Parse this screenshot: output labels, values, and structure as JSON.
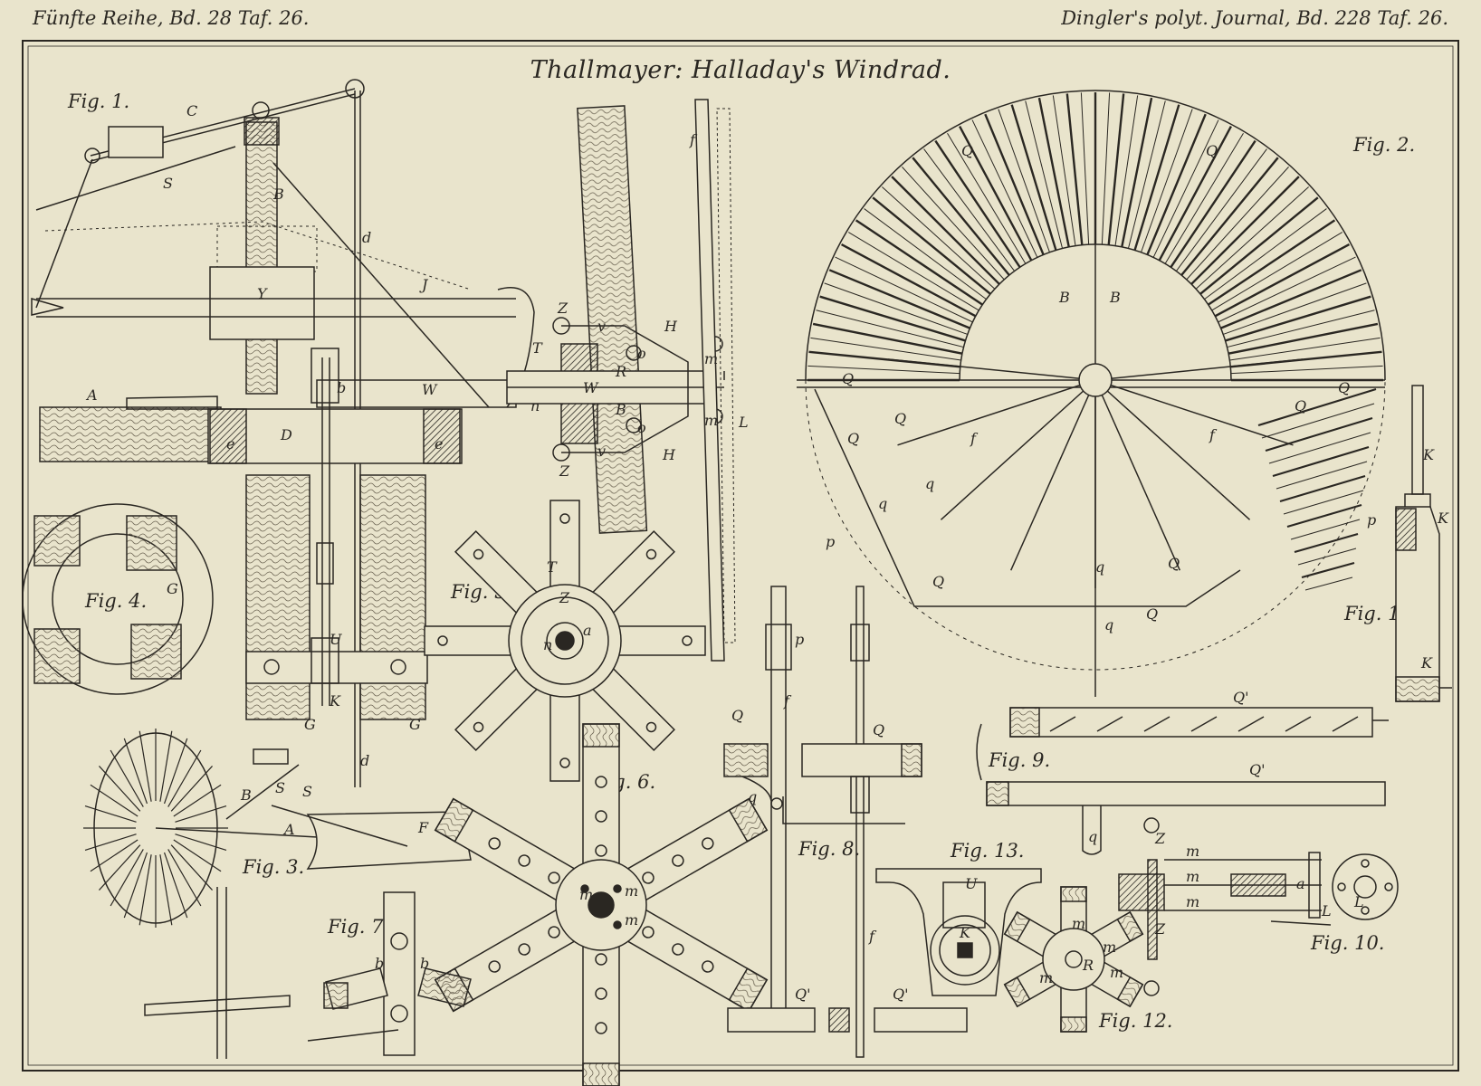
{
  "header": {
    "left": "Fünfte Reihe, Bd. 28 Taf. 26.",
    "right": "Dingler's polyt. Journal, Bd. 228 Taf. 26."
  },
  "plate_title": "Thallmayer: Halladay's Windrad.",
  "figures": {
    "fig1": "Fig. 1.",
    "fig2": "Fig. 2.",
    "fig3": "Fig. 3.",
    "fig4": "Fig. 4.",
    "fig5": "Fig. 5.",
    "fig6": "Fig. 6.",
    "fig7": "Fig. 7.",
    "fig8": "Fig. 8.",
    "fig9": "Fig. 9.",
    "fig10": "Fig. 10.",
    "fig11": "Fig. 11.",
    "fig12": "Fig. 12.",
    "fig13": "Fig. 13."
  },
  "labels": {
    "fig1": [
      "C",
      "S",
      "B",
      "d",
      "Y",
      "J",
      "A",
      "b",
      "W",
      "D",
      "e",
      "e",
      "U",
      "K",
      "G",
      "G",
      "d"
    ],
    "fig1_hub": [
      "Z",
      "v",
      "H",
      "T",
      "o",
      "m",
      "R",
      "W",
      "n",
      "B",
      "L",
      "o",
      "m",
      "Z",
      "v",
      "H",
      "f"
    ],
    "fig2": [
      "Q",
      "Q",
      "B",
      "B",
      "Q",
      "Q",
      "f",
      "f",
      "q",
      "q",
      "Q",
      "Q",
      "p",
      "q",
      "Q",
      "Q",
      "p",
      "Q",
      "Q",
      "q"
    ],
    "fig3": [
      "B",
      "S",
      "S",
      "A",
      "F"
    ],
    "fig4": [
      "G"
    ],
    "fig5": [
      "T",
      "Z",
      "a",
      "n"
    ],
    "fig6": [
      "m",
      "m",
      "m"
    ],
    "fig7": [
      "b",
      "b"
    ],
    "fig8": [
      "Q",
      "q",
      "p",
      "f",
      "Q",
      "Q'",
      "Q'",
      "f"
    ],
    "fig9": [
      "Q'",
      "Q'",
      "q"
    ],
    "fig10": [
      "Z",
      "m",
      "m",
      "m",
      "a",
      "Z",
      "L",
      "L"
    ],
    "fig11": [
      "K",
      "K",
      "K"
    ],
    "fig12": [
      "m",
      "m",
      "m",
      "m",
      "R"
    ],
    "fig13": [
      "U",
      "K"
    ]
  },
  "colors": {
    "paper": "#e9e4cc",
    "ink": "#2a2722",
    "hatch": "#6b6352"
  }
}
